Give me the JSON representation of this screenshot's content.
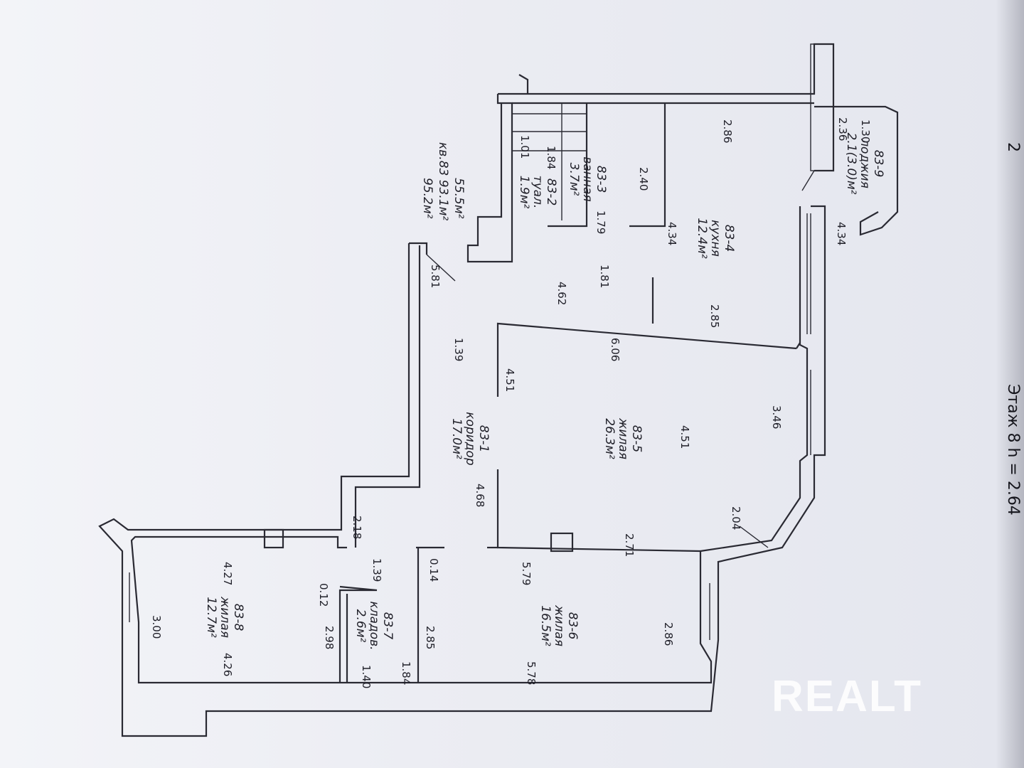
{
  "header": {
    "floor": "Этаж 8  h = 2.64",
    "stray": "2"
  },
  "summary": {
    "line1": "55.5м²",
    "line2": "кв.83   93.1м²",
    "line3": "95.2м²"
  },
  "rooms": [
    {
      "id": "83-9",
      "name": "лоджия",
      "area": "2.1(3.0)м²"
    },
    {
      "id": "83-4",
      "name": "кухня",
      "area": "12.4м²"
    },
    {
      "id": "83-3",
      "name": "ванная",
      "area": "3.7м²"
    },
    {
      "id": "83-2",
      "name": "туал.",
      "area": "1.9м²"
    },
    {
      "id": "83-5",
      "name": "жилая",
      "area": "26.3м²"
    },
    {
      "id": "83-1",
      "name": "коридор",
      "area": "17.0м²"
    },
    {
      "id": "83-6",
      "name": "жилая",
      "area": "16.5м²"
    },
    {
      "id": "83-7",
      "name": "кладов.",
      "area": "2.6м²"
    },
    {
      "id": "83-8",
      "name": "жилая",
      "area": "12.7м²"
    }
  ],
  "dimensions": [
    "1.30",
    "2.36",
    "2.86",
    "4.34",
    "4.34",
    "1.01",
    "1.84",
    "2.40",
    "1.79",
    "4.62",
    "1.81",
    "2.85",
    "5.81",
    "1.39",
    "6.06",
    "4.51",
    "3.46",
    "4.51",
    "4.68",
    "2.04",
    "2.71",
    "2.18",
    "4.27",
    "1.39",
    "0.14",
    "5.79",
    "0.12",
    "3.00",
    "2.98",
    "2.85",
    "2.86",
    "4.26",
    "1.40",
    "1.84",
    "5.78"
  ],
  "watermark": "REALT"
}
